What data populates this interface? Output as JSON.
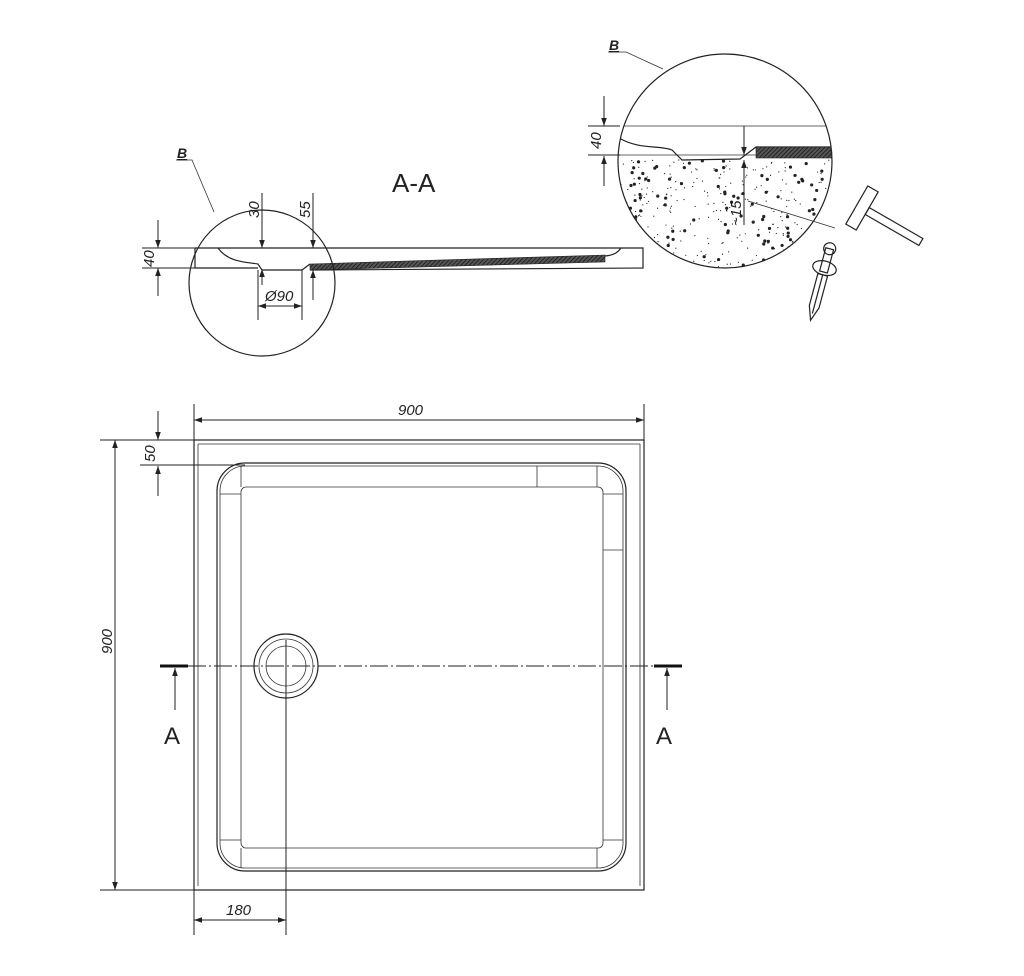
{
  "section_view": {
    "title": "A-A",
    "detail_label": "B",
    "dims": {
      "height": "40",
      "depth_drain": "30",
      "depth_outer": "55",
      "drain_diameter": "Ø90"
    }
  },
  "detail_view": {
    "label": "B",
    "dims": {
      "height": "40",
      "embed": "~15"
    }
  },
  "plan_view": {
    "dims": {
      "width": "900",
      "length": "900",
      "rim": "50",
      "drain_offset": "180"
    },
    "section_marks": [
      "A",
      "A"
    ]
  },
  "colors": {
    "line": "#222222",
    "background": "#ffffff"
  }
}
